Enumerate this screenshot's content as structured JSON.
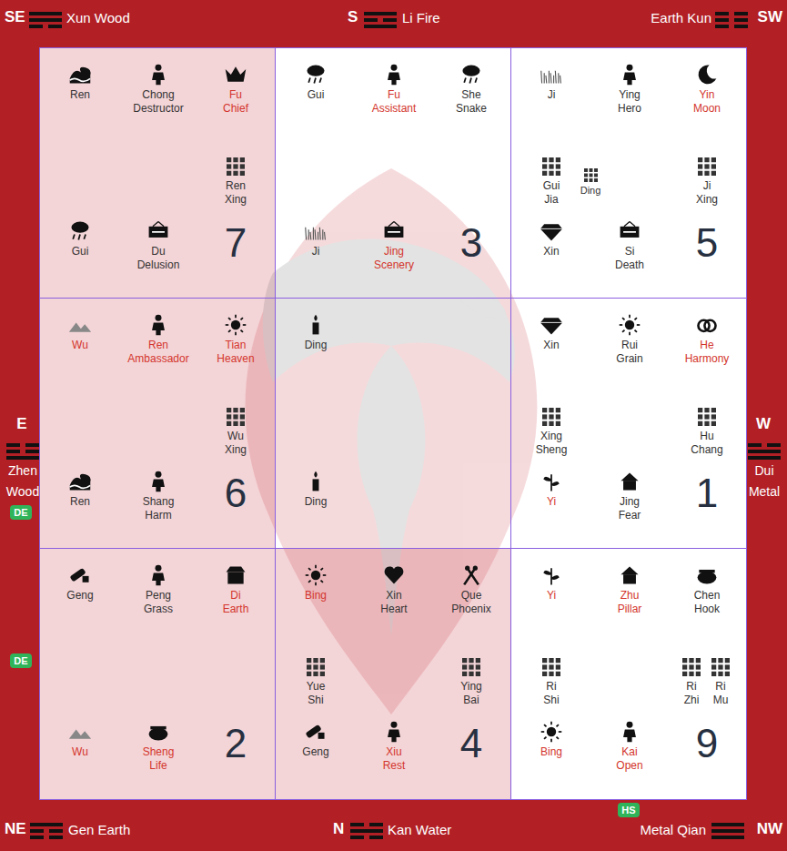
{
  "diagram": {
    "nodes": [
      {
        "text": [
          "Ren",
          "Chong Destructor",
          "Fu Chief",
          "Ren Xing",
          "Gui",
          "Du Delusion",
          "7"
        ]
      },
      {
        "text": [
          "Gui",
          "Fu Assistant",
          "She Snake",
          "Ji",
          "Jing Scenery",
          "3"
        ]
      },
      {
        "text": [
          "Ji",
          "Ying Hero",
          "Yin Moon",
          "Gui Jia",
          "Ji Xing",
          "Ding",
          "Xin",
          "Si Death",
          "5"
        ]
      },
      {
        "text": [
          "Wu",
          "Ren Ambassador",
          "Tian Heaven",
          "Wu Xing",
          "Ren",
          "Shang Harm",
          "6"
        ]
      },
      {
        "text": [
          "Ding",
          "Ding"
        ]
      },
      {
        "text": [
          "Xin",
          "Rui Grain",
          "He Harmony",
          "Xing Sheng",
          "Hu Chang",
          "Yi",
          "Jing Fear",
          "1"
        ]
      },
      {
        "text": [
          "Geng",
          "Peng Grass",
          "Di Earth",
          "Wu",
          "Sheng Life",
          "2"
        ]
      },
      {
        "text": [
          "Bing",
          "Xin Heart",
          "Que Phoenix",
          "Yue Shi",
          "Ying Bai",
          "Geng",
          "Xiu Rest",
          "4"
        ]
      },
      {
        "text": [
          "Yi",
          "Zhu Pillar",
          "Chen Hook",
          "Ri Shi",
          "Ri Zhi",
          "Ri Mu",
          "Bing",
          "Kai Open",
          "9"
        ]
      },
      {
        "text": [
          "DE"
        ]
      },
      {
        "text": [
          "DE"
        ]
      },
      {
        "text": [
          "HS"
        ]
      }
    ],
    "labels": [
      "SE",
      "Xun Wood",
      "S",
      "Li Fire",
      "Earth Kun",
      "SW",
      "E",
      "Zhen Wood",
      "W",
      "Dui Metal",
      "NE",
      "Gen Earth",
      "N",
      "Kan Water",
      "Metal Qian",
      "NW"
    ]
  }
}
